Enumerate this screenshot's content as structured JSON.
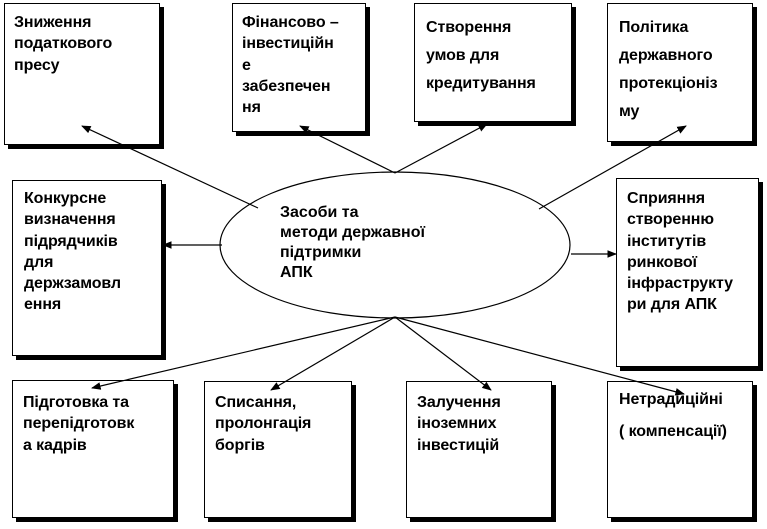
{
  "center": {
    "label": "Засоби та\nметоди державної\nпідтримки\n      АПК"
  },
  "boxes": {
    "b1": "Зниження\nподаткового\nпресу",
    "b2": "Фінансово –\nінвестиційн\nе\nзабезпечен\nня",
    "b3": "Створення\nумов для\nкредитування",
    "b4": "Політика\nдержавного\nпротекціоніз\nму",
    "b5": "Конкурсне\nвизначення\nпідрядчиків\nдля\nдержзамовл\nення",
    "b6": "Сприяння\nстворенню\nінститутів\nринкової\nінфраструкту\nри для АПК",
    "b7": "Підготовка та\nперепідготовк\nа кадрів",
    "b8": "Списання,\nпролонгація\nборгів",
    "b9": "Залучення\nіноземних\nінвестицій",
    "b10": "Нетрадиційні\n\n( компенсації)"
  }
}
